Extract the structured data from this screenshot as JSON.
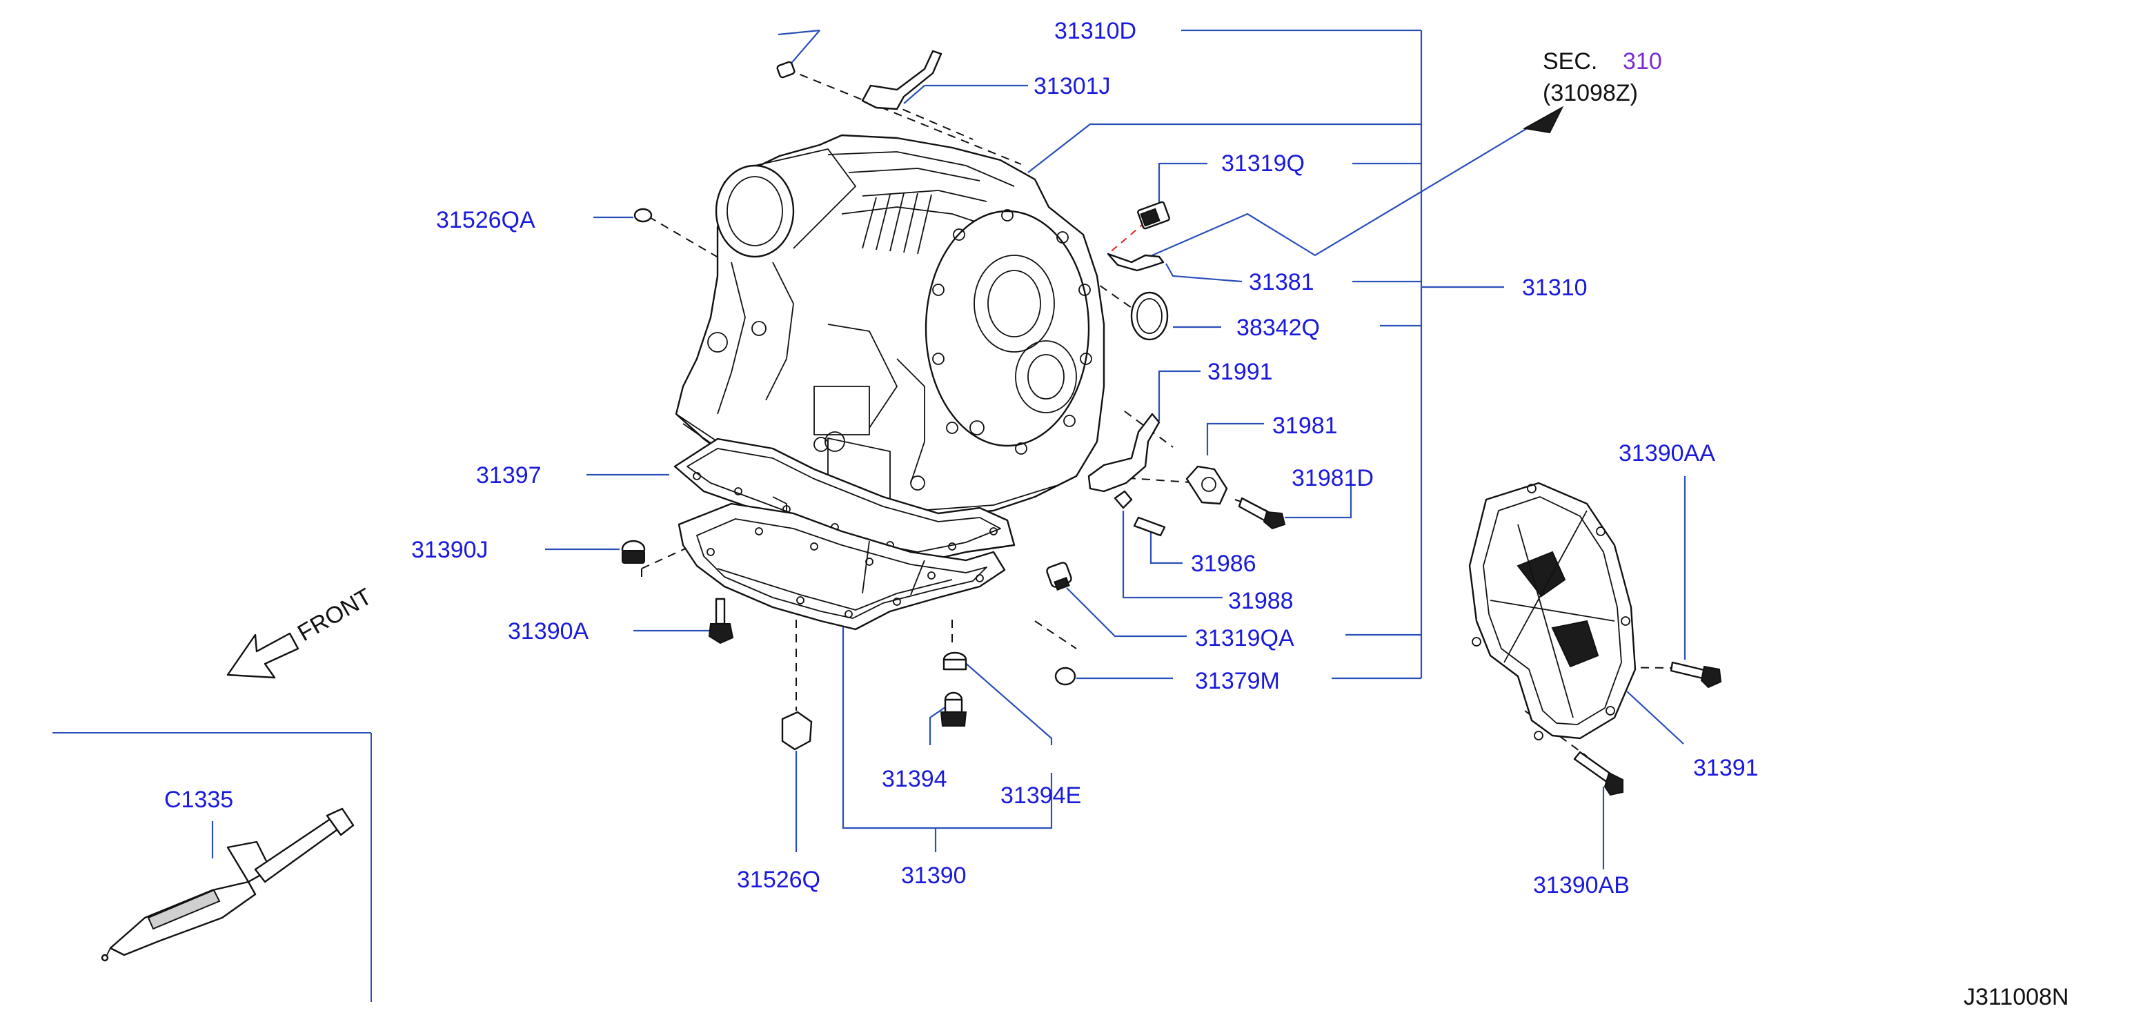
{
  "labels": {
    "p31310D": "31310D",
    "p31301J": "31301J",
    "p31319Q": "31319Q",
    "p31526QA": "31526QA",
    "p31381": "31381",
    "p31310": "31310",
    "p38342Q": "38342Q",
    "p31991": "31991",
    "p31981": "31981",
    "p31981D": "31981D",
    "p31397": "31397",
    "p31390J": "31390J",
    "p31986": "31986",
    "p31988": "31988",
    "p31390A": "31390A",
    "p31319QA": "31319QA",
    "p31379M": "31379M",
    "p31394": "31394",
    "p31394E": "31394E",
    "p31526Q": "31526Q",
    "p31390": "31390",
    "pC1335": "C1335",
    "p31390AA": "31390AA",
    "p31391": "31391",
    "p31390AB": "31390AB"
  },
  "section_ref": {
    "prefix": "SEC.",
    "number": "310",
    "code": "(31098Z)"
  },
  "front_label": "FRONT",
  "diagram_code": "J311008N",
  "colors": {
    "part_label": "#1a1adc",
    "leader_line": "#2a4fb8",
    "section_link": "#7a2bd6",
    "drawing": "#111111"
  }
}
